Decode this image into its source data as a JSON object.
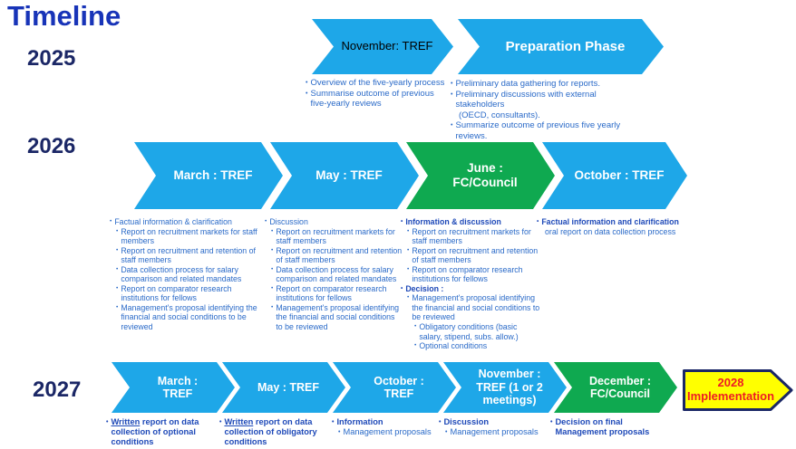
{
  "title": "Timeline",
  "colors": {
    "chevron_blue": "#1EA7E8",
    "chevron_green": "#0FA950",
    "title_blue": "#1834B8",
    "year_navy": "#1B2766",
    "bullet_blue": "#2A6AC8",
    "bullet_bold_blue": "#1E49B8",
    "arrow_yellow": "#FFFF00",
    "arrow_border": "#1B2766",
    "arrow_text_red": "#EE1C25"
  },
  "rows": [
    {
      "year": "2025",
      "phases": [
        {
          "label": "November: TREF",
          "bullets": [
            {
              "t": "Overview of the five-yearly process",
              "l": 1
            },
            {
              "t": "Summarise outcome of previous five-yearly reviews",
              "l": 1
            }
          ]
        },
        {
          "label": "Preparation Phase",
          "bullets": [
            {
              "t": "Preliminary data gathering for reports.",
              "l": 1
            },
            {
              "t": "Preliminary discussions with external stakeholders",
              "l": 1
            },
            {
              "t": "(OECD, consultants).",
              "l": 0
            },
            {
              "t": "Summarize outcome of previous five yearly reviews.",
              "l": 1
            }
          ]
        }
      ]
    },
    {
      "year": "2026",
      "phases": [
        {
          "label": "March : TREF",
          "bullets": [
            {
              "t": "Factual information & clarification",
              "l": 1
            },
            {
              "t": "Report on recruitment markets for staff members",
              "l": 2
            },
            {
              "t": "Report on recruitment and retention of staff members",
              "l": 2
            },
            {
              "t": "Data collection process for salary comparison and related mandates",
              "l": 2
            },
            {
              "t": "Report on comparator research institutions for fellows",
              "l": 2
            },
            {
              "t": "Management's proposal identifying the financial and social conditions to be reviewed",
              "l": 2
            }
          ]
        },
        {
          "label": "May : TREF",
          "bullets": [
            {
              "t": "Discussion",
              "l": 1
            },
            {
              "t": "Report on recruitment markets for staff members",
              "l": 2
            },
            {
              "t": "Report on recruitment and retention of staff members",
              "l": 2
            },
            {
              "t": "Data collection process for salary comparison and related mandates",
              "l": 2
            },
            {
              "t": "Report on comparator research institutions for fellows",
              "l": 2
            },
            {
              "t": "Management's proposal identifying the financial and social conditions to be reviewed",
              "l": 2
            }
          ]
        },
        {
          "label": "June :\nFC/Council",
          "bullets": [
            {
              "t": "Information & discussion",
              "l": 1,
              "b": true
            },
            {
              "t": "Report on recruitment markets for staff members",
              "l": 2
            },
            {
              "t": "Report on recruitment and retention of staff members",
              "l": 2
            },
            {
              "t": "Report on comparator research institutions for fellows",
              "l": 2
            },
            {
              "t": "Decision :",
              "l": 1,
              "b": true
            },
            {
              "t": "Management's proposal identifying the financial and social conditions to be reviewed",
              "l": 2
            },
            {
              "t": "Obligatory conditions (basic salary, stipend, subs. allow.)",
              "l": 3
            },
            {
              "t": "Optional conditions",
              "l": 3
            }
          ]
        },
        {
          "label": "October : TREF",
          "bullets": [
            {
              "t": "Factual information and clarification",
              "l": 1,
              "b": true
            },
            {
              "t": "oral report on data collection process",
              "l": 0
            }
          ]
        }
      ]
    },
    {
      "year": "2027",
      "phases": [
        {
          "label": "March :\nTREF",
          "bullets": [
            {
              "t": "Written report on data collection of optional conditions",
              "l": 1,
              "b": true,
              "u": true
            }
          ]
        },
        {
          "label": "May : TREF",
          "bullets": [
            {
              "t": "Written report on data collection of obligatory conditions",
              "l": 1,
              "b": true,
              "u": true
            }
          ]
        },
        {
          "label": "October :\nTREF",
          "bullets": [
            {
              "t": "Information",
              "l": 1,
              "b": true
            },
            {
              "t": "Management proposals",
              "l": 2
            }
          ]
        },
        {
          "label": "November :\nTREF (1 or 2\nmeetings)",
          "bullets": [
            {
              "t": "Discussion",
              "l": 1,
              "b": true
            },
            {
              "t": "Management proposals",
              "l": 2
            }
          ]
        },
        {
          "label": "December :\nFC/Council",
          "bullets": [
            {
              "t": "Decision on final Management proposals",
              "l": 1,
              "b": true
            }
          ]
        }
      ]
    }
  ],
  "implementation": {
    "label": "2028\nImplementation"
  }
}
